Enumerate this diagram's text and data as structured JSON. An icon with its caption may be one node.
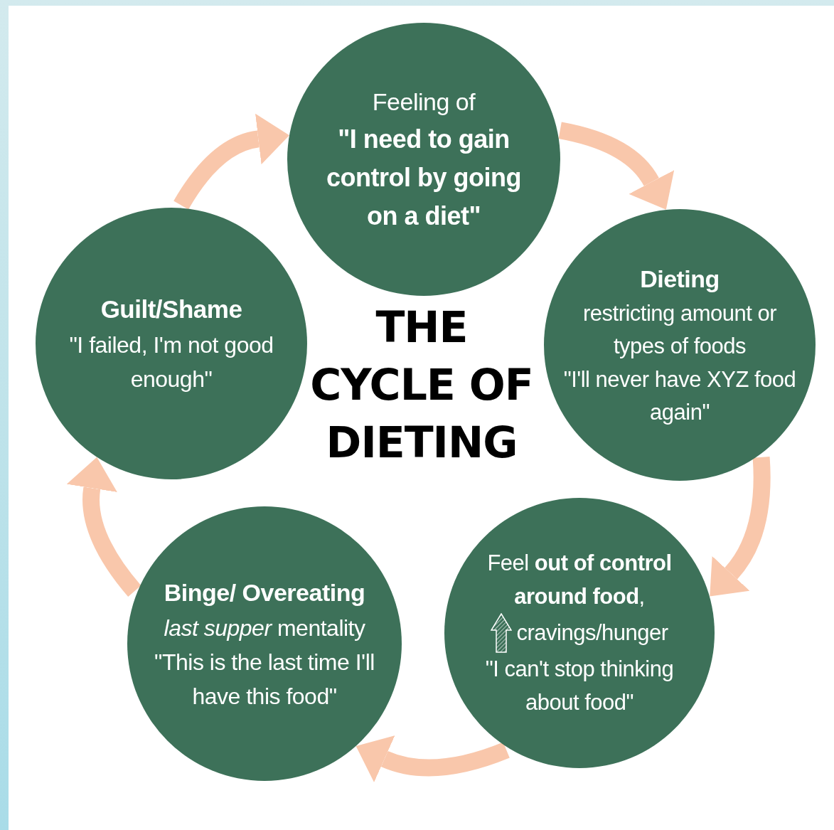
{
  "diagram": {
    "title": "THE CYCLE OF DIETING",
    "nodes": [
      {
        "text": [
          "Feeling of",
          "\"I need to gain control by going on a diet\""
        ]
      },
      {
        "text": [
          "Dieting",
          "restricting amount or types of foods",
          "\"I'll never have XYZ food again\""
        ]
      },
      {
        "text": [
          "Feel **out of control around food**,",
          "cravings/hunger",
          "\"I can't stop thinking about food\""
        ]
      },
      {
        "text": [
          "Binge/ Overeating",
          "*last supper* mentality",
          "\"This is the last time I'll have this food\""
        ]
      },
      {
        "text": [
          "Guilt/Shame",
          "\"I failed, I'm not good enough\""
        ]
      }
    ],
    "edges": [
      {
        "from": 0,
        "to": 1,
        "arrow": "to"
      },
      {
        "from": 1,
        "to": 2,
        "arrow": "to"
      },
      {
        "from": 2,
        "to": 3,
        "arrow": "to"
      },
      {
        "from": 3,
        "to": 4,
        "arrow": "to"
      },
      {
        "from": 4,
        "to": 0,
        "arrow": "to"
      }
    ]
  }
}
